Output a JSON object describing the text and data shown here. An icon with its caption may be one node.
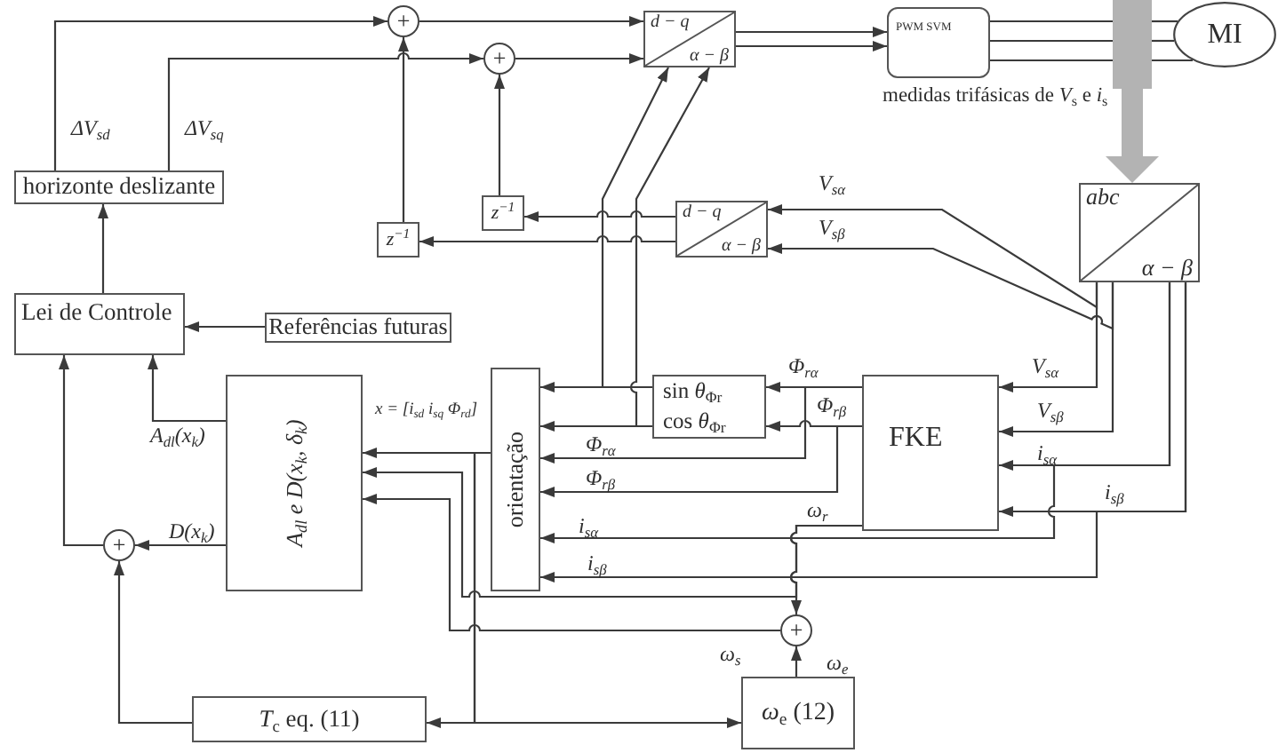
{
  "diagram": {
    "nodes": [
      {
        "text": [
          "+"
        ]
      },
      {
        "text": [
          "d − q",
          "α − β"
        ]
      },
      {
        "text": [
          "PWM SVM"
        ]
      },
      {
        "text": [],
        "shape": "bar"
      },
      {
        "text": [
          "MI"
        ]
      },
      {
        "text": [
          "+"
        ]
      },
      {
        "text": [
          "horizonte deslizante"
        ]
      },
      {
        "text": [
          "z$^{−1}$"
        ]
      },
      {
        "text": [
          "d − q",
          "α − β"
        ]
      },
      {
        "text": [
          "abc",
          "α − β"
        ]
      },
      {
        "text": [
          "z$^{−1}$"
        ]
      },
      {
        "text": [
          "Lei de Controle"
        ]
      },
      {
        "text": [
          "Referências futuras"
        ]
      },
      {
        "text": [
          "orientação"
        ]
      },
      {
        "text": [
          "sin *θ*$_{Φr}$",
          "cos *θ*$_{Φr}$"
        ]
      },
      {
        "text": [
          "FKE"
        ]
      },
      {
        "text": [
          "A$_{dl}$ e D(x$_{k}$, δ$_{k}$)"
        ]
      },
      {
        "text": [
          "+"
        ]
      },
      {
        "text": [
          "+"
        ]
      },
      {
        "text": [
          "*ω*$_{e}$ (12)"
        ]
      },
      {
        "text": [
          "*T*$_{c}$ eq. (11)"
        ]
      }
    ],
    "edges": [
      {
        "from": 6,
        "to": 0,
        "arrow": "to",
        "label": "ΔV$_{sd}$"
      },
      {
        "from": 6,
        "to": 5,
        "arrow": "to",
        "label": "ΔV$_{sq}$"
      },
      {
        "from": 0,
        "to": 1,
        "arrow": "to"
      },
      {
        "from": 5,
        "to": 1,
        "arrow": "to"
      },
      {
        "from": 1,
        "to": 2,
        "arrow": "to"
      },
      {
        "from": 1,
        "to": 2,
        "arrow": "to"
      },
      {
        "from": 2,
        "to": 3,
        "arrow": "none"
      },
      {
        "from": 2,
        "to": 3,
        "arrow": "none"
      },
      {
        "from": 2,
        "to": 3,
        "arrow": "none"
      },
      {
        "from": 3,
        "to": 9,
        "arrow": "to",
        "style": "thick",
        "color": "#b3b3b3",
        "label": "medidas trifásicas de *V*$_{s}$ e *i*$_{s}$"
      },
      {
        "from": 10,
        "to": 0,
        "arrow": "to"
      },
      {
        "from": 7,
        "to": 5,
        "arrow": "to"
      },
      {
        "from": 8,
        "to": 7,
        "arrow": "to"
      },
      {
        "from": 8,
        "to": 10,
        "arrow": "to"
      },
      {
        "from": 9,
        "to": 8,
        "arrow": "to",
        "label": "V$_{sα}$"
      },
      {
        "from": 9,
        "to": 8,
        "arrow": "to",
        "label": "V$_{sβ}$"
      },
      {
        "from": 9,
        "to": 15,
        "arrow": "to",
        "label": "V$_{sα}$"
      },
      {
        "from": 9,
        "to": 15,
        "arrow": "to",
        "label": "V$_{sβ}$"
      },
      {
        "from": 9,
        "to": 15,
        "arrow": "to",
        "label": "i$_{sα}$"
      },
      {
        "from": 9,
        "to": 15,
        "arrow": "to",
        "label": "i$_{sβ}$"
      },
      {
        "from": 9,
        "to": 13,
        "arrow": "to",
        "label": "i$_{sα}$"
      },
      {
        "from": 9,
        "to": 13,
        "arrow": "to",
        "label": "i$_{sβ}$"
      },
      {
        "from": 14,
        "to": 13,
        "arrow": "to"
      },
      {
        "from": 14,
        "to": 13,
        "arrow": "to"
      },
      {
        "from": 14,
        "to": 1,
        "arrow": "to"
      },
      {
        "from": 14,
        "to": 1,
        "arrow": "to"
      },
      {
        "from": 15,
        "to": 14,
        "arrow": "to",
        "label": "Φ$_{rα}$"
      },
      {
        "from": 15,
        "to": 14,
        "arrow": "to",
        "label": "Φ$_{rβ}$"
      },
      {
        "from": 15,
        "to": 13,
        "arrow": "to",
        "label": "Φ$_{rα}$"
      },
      {
        "from": 15,
        "to": 13,
        "arrow": "to",
        "label": "Φ$_{rβ}$"
      },
      {
        "from": 15,
        "to": 18,
        "arrow": "to",
        "label": "ω$_{r}$"
      },
      {
        "from": 15,
        "to": 16,
        "arrow": "to"
      },
      {
        "from": 13,
        "to": 16,
        "arrow": "to",
        "label": "x = [i$_{sd}$ i$_{sq}$ Φ$_{rd}$]"
      },
      {
        "from": 13,
        "to": 20,
        "arrow": "to"
      },
      {
        "from": 13,
        "to": 19,
        "arrow": "to"
      },
      {
        "from": 18,
        "to": 16,
        "arrow": "to",
        "label": "ω$_{s}$"
      },
      {
        "from": 19,
        "to": 18,
        "arrow": "to",
        "label": "ω$_{e}$"
      },
      {
        "from": 16,
        "to": 11,
        "arrow": "to",
        "label": "A$_{dl}$(x$_{k}$)"
      },
      {
        "from": 16,
        "to": 17,
        "arrow": "to",
        "label": "D(x$_{k}$)"
      },
      {
        "from": 20,
        "to": 17,
        "arrow": "to"
      },
      {
        "from": 17,
        "to": 11,
        "arrow": "to"
      },
      {
        "from": 11,
        "to": 6,
        "arrow": "to"
      },
      {
        "from": 12,
        "to": 11,
        "arrow": "to"
      },
      {
        "from": 3,
        "to": 4,
        "arrow": "none"
      },
      {
        "from": 3,
        "to": 4,
        "arrow": "none"
      },
      {
        "from": 3,
        "to": 4,
        "arrow": "none"
      }
    ]
  }
}
